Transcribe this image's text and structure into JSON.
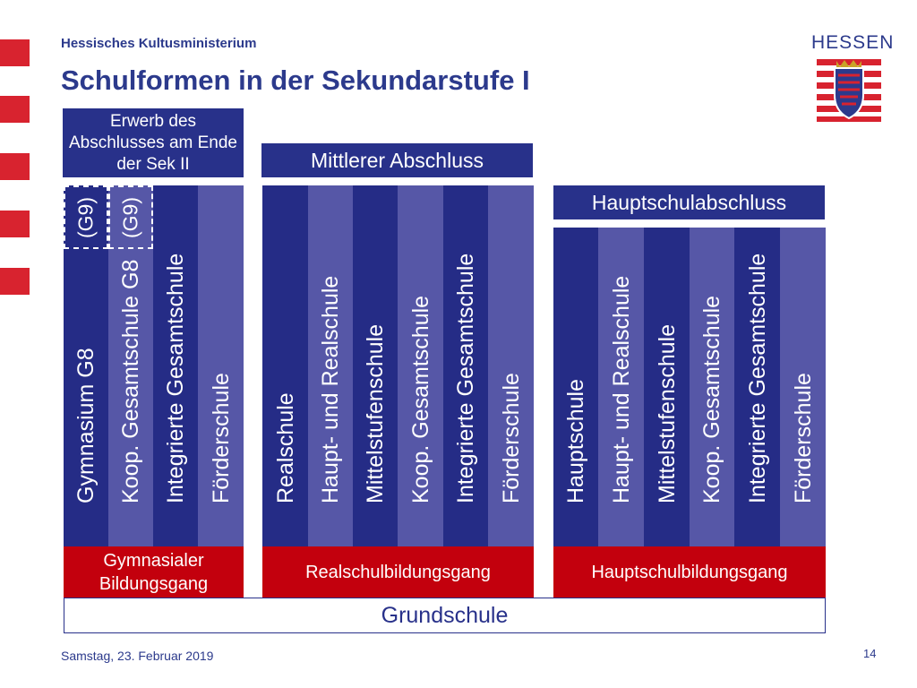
{
  "header": {
    "ministry": "Hessisches Kultusministerium",
    "title": "Schulformen in der Sekundarstufe I",
    "logo_text": "HESSEN"
  },
  "groups": {
    "gymnasial": {
      "top_label": "Erwerb des Abschlusses am Ende der Sek II",
      "columns": [
        "Gymnasium G8",
        "Koop. Gesamtschule G8",
        "Integrierte Gesamtschule",
        "Förderschule"
      ],
      "g9": [
        "(G9)",
        "(G9)"
      ],
      "bildungsgang": "Gymnasialer Bildungsgang"
    },
    "real": {
      "top_label": "Mittlerer Abschluss",
      "columns": [
        "Realschule",
        "Haupt- und Realschule",
        "Mittelstufenschule",
        "Koop. Gesamtschule",
        "Integrierte Gesamtschule",
        "Förderschule"
      ],
      "bildungsgang": "Realschulbildungsgang"
    },
    "haupt": {
      "top_label": "Hauptschulabschluss",
      "columns": [
        "Hauptschule",
        "Haupt- und Realschule",
        "Mittelstufenschule",
        "Koop. Gesamtschule",
        "Integrierte Gesamtschule",
        "Förderschule"
      ],
      "bildungsgang": "Hauptschulbildungsgang"
    }
  },
  "base": {
    "grundschule": "Grundschule"
  },
  "footer": {
    "date": "Samstag, 23. Februar 2019",
    "page": "14"
  },
  "colors": {
    "accent_red": "#d8232f",
    "dark_blue": "#252c86",
    "light_blue": "#5657a7",
    "bildungsgang_red": "#c3000d"
  }
}
